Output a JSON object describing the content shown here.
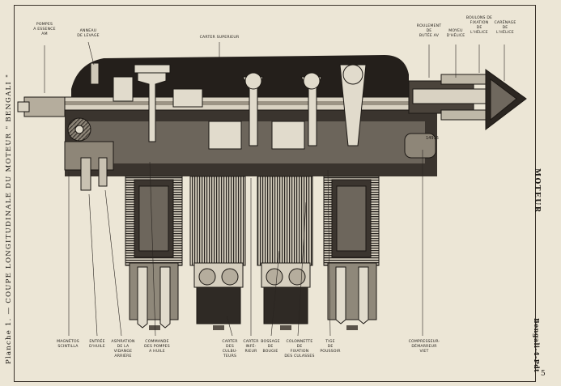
{
  "plate_title": "Planche 1. — COUPE LONGITUDINALE DU MOTEUR \" BENGALI \"",
  "section_title": "MOTEUR",
  "doc_code": "Bengali-4-Pdt",
  "page_number": "5",
  "figure_number": "14915",
  "top_labels": {
    "pompes": "POMPES\nA ESSENCE\nAM",
    "anneau": "ANNEAU\nDE LEVAGE",
    "carter": "CARTER SUPERIEUR",
    "roulement": "ROULEMENT\nDE\nBUTÉE AV",
    "moyeu": "MOYEU\nD'HÉLICE",
    "boulons": "BOULONS DE\nFIXATION\nDE\nL'HÉLICE",
    "carenage": "CARÉNAGE\nDE\nL'HÉLICE"
  },
  "bottom_labels": {
    "magnetos": "MAGNÉTOS\nSCINTILLA",
    "entree": "ENTRÉE\nD'HUILE",
    "aspiration": "ASPIRATION\nDE LA\nVIDANGE\nARRIÈRE",
    "commande": "COMMANDE\nDES POMPES\nA HUILE",
    "cylindres": "CARTER\nDES\nCULBU-\nTEURS",
    "inferieur": "CARTER\nINFÉ-\nRIEUR",
    "bossage": "BOSSAGE\nDE\nBOUGIE",
    "colonnette": "COLONNETTE\nDE\nFIXATION\nDES CULASSES",
    "tige": "TIGE\nDE\nPOUSSOIR",
    "compresseur": "COMPRESSEUR-\nDÉMARREUR\nVIET"
  }
}
